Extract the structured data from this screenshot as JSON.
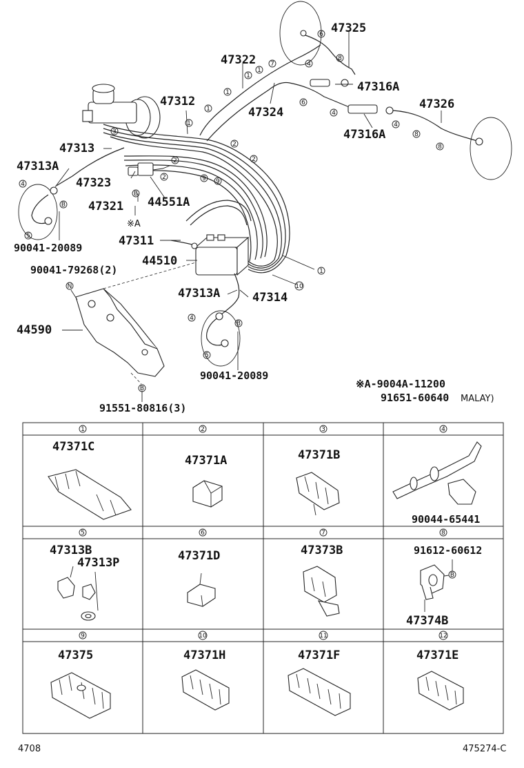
{
  "labels": {
    "p47325": "47325",
    "p47322": "47322",
    "p47316A_1": "47316A",
    "p47312": "47312",
    "p47324": "47324",
    "p47326": "47326",
    "p47316A_2": "47316A",
    "p47313": "47313",
    "p47313A_1": "47313A",
    "p47323": "47323",
    "p47321": "47321",
    "p44551A": "44551A",
    "p90041_20089_1": "90041-20089",
    "p47311": "47311",
    "p44510": "44510",
    "p90041_79268": "90041-79268(2)",
    "p47313A_2": "47313A",
    "p47314": "47314",
    "p44590": "44590",
    "p90041_20089_2": "90041-20089",
    "p91551_80816": "91551-80816(3)",
    "ref_a_marker": "※A",
    "note_a": "※A-9004A-11200",
    "note_malay_part": "91651-60640",
    "note_malay_region": "MALAY)"
  },
  "callouts": {
    "c1": "1",
    "c2": "2",
    "c3": "3",
    "c4": "4",
    "c5": "5",
    "c6": "6",
    "c7": "7",
    "c8": "8",
    "c9": "9",
    "c10": "10",
    "c11": "11",
    "c12": "12",
    "cB": "B",
    "cN": "N"
  },
  "table": {
    "cells": [
      {
        "num": "1",
        "parts": [
          "47371C"
        ]
      },
      {
        "num": "2",
        "parts": [
          "47371A"
        ]
      },
      {
        "num": "3",
        "parts": [
          "47371B"
        ]
      },
      {
        "num": "4",
        "parts": [
          "90044-65441"
        ]
      },
      {
        "num": "5",
        "parts": [
          "47313B",
          "47313P"
        ]
      },
      {
        "num": "6",
        "parts": [
          "47371D"
        ]
      },
      {
        "num": "7",
        "parts": [
          "47373B"
        ]
      },
      {
        "num": "8",
        "parts": [
          "91612-60612",
          "47374B"
        ]
      },
      {
        "num": "9",
        "parts": [
          "47375"
        ]
      },
      {
        "num": "10",
        "parts": [
          "47371H"
        ]
      },
      {
        "num": "11",
        "parts": [
          "47371F"
        ]
      },
      {
        "num": "12",
        "parts": [
          "47371E"
        ]
      }
    ]
  },
  "footer": {
    "left": "4708",
    "right": "475274-C"
  }
}
